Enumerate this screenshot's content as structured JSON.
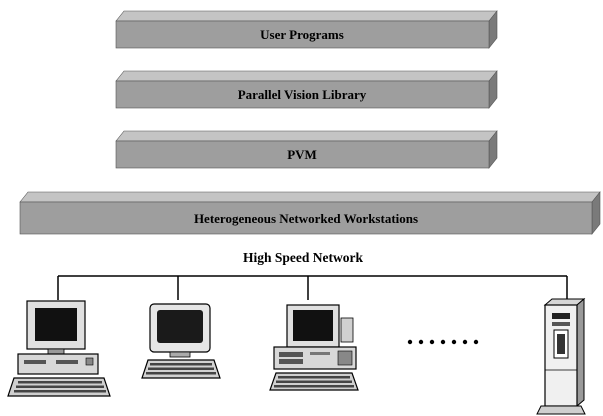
{
  "layers": [
    {
      "label": "User Programs"
    },
    {
      "label": "Parallel Vision Library"
    },
    {
      "label": "PVM"
    },
    {
      "label": "Heterogeneous Networked Workstations"
    }
  ],
  "network": {
    "label": "High Speed Network"
  },
  "machines": [
    {
      "icon": "desktop-computer-icon"
    },
    {
      "icon": "terminal-computer-icon"
    },
    {
      "icon": "pc-tower-computer-icon"
    },
    {
      "icon": "ellipsis-more-machines"
    },
    {
      "icon": "server-tower-icon"
    }
  ],
  "colors": {
    "layer_front": "#9e9e9e",
    "layer_top": "#c4c4c4",
    "layer_side": "#7a7a7a",
    "line": "#000000"
  }
}
